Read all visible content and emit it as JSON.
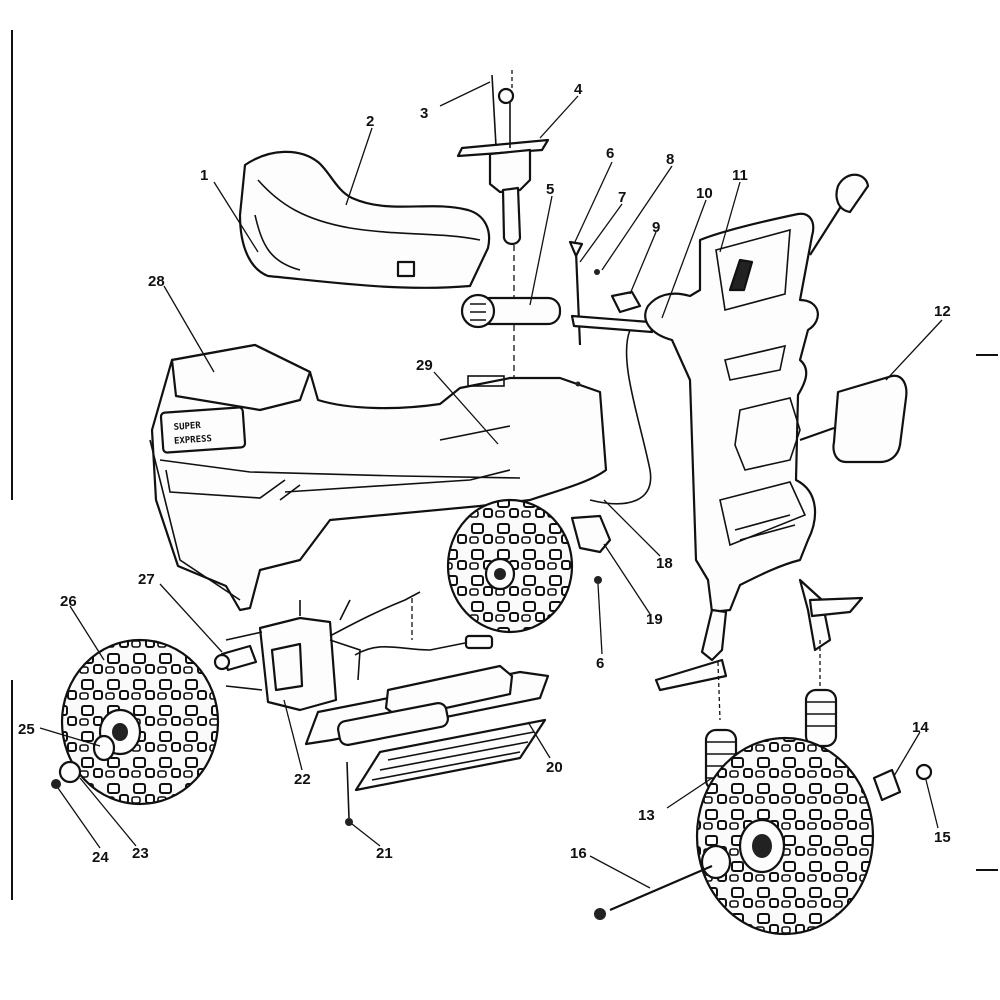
{
  "callouts": [
    {
      "id": "1",
      "label": "1"
    },
    {
      "id": "2",
      "label": "2"
    },
    {
      "id": "3",
      "label": "3"
    },
    {
      "id": "4",
      "label": "4"
    },
    {
      "id": "5",
      "label": "5"
    },
    {
      "id": "6a",
      "label": "6"
    },
    {
      "id": "7",
      "label": "7"
    },
    {
      "id": "8",
      "label": "8"
    },
    {
      "id": "9",
      "label": "9"
    },
    {
      "id": "10",
      "label": "10"
    },
    {
      "id": "11",
      "label": "11"
    },
    {
      "id": "12",
      "label": "12"
    },
    {
      "id": "13",
      "label": "13"
    },
    {
      "id": "14",
      "label": "14"
    },
    {
      "id": "15",
      "label": "15"
    },
    {
      "id": "16",
      "label": "16"
    },
    {
      "id": "18",
      "label": "18"
    },
    {
      "id": "19",
      "label": "19"
    },
    {
      "id": "6b",
      "label": "6"
    },
    {
      "id": "20",
      "label": "20"
    },
    {
      "id": "21",
      "label": "21"
    },
    {
      "id": "22",
      "label": "22"
    },
    {
      "id": "23",
      "label": "23"
    },
    {
      "id": "24",
      "label": "24"
    },
    {
      "id": "25",
      "label": "25"
    },
    {
      "id": "26",
      "label": "26"
    },
    {
      "id": "27",
      "label": "27"
    },
    {
      "id": "28",
      "label": "28"
    },
    {
      "id": "29",
      "label": "29"
    }
  ],
  "body_stamp": {
    "line1": "SUPER",
    "line2": "EXPRESS"
  }
}
